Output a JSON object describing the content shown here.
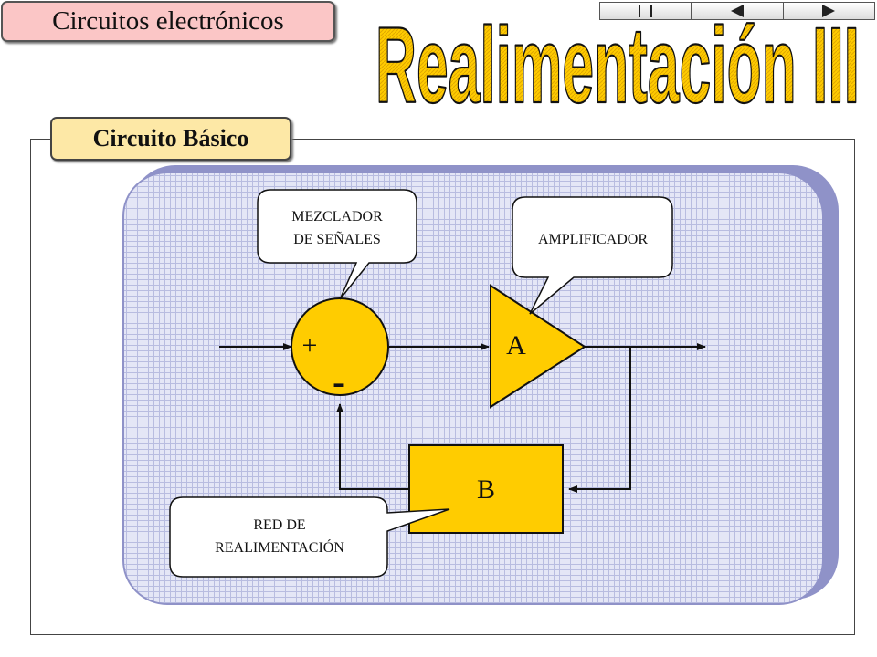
{
  "header": {
    "course_title": "Circuitos electrónicos",
    "slide_title": "Realimentación III"
  },
  "nav": {
    "items": [
      {
        "icon": "first-slide-icon"
      },
      {
        "icon": "previous-slide-icon"
      },
      {
        "icon": "next-slide-icon"
      }
    ]
  },
  "section": {
    "title": "Circuito Básico"
  },
  "diagram": {
    "mixer_callout_line1": "MEZCLADOR",
    "mixer_callout_line2": "DE SEÑALES",
    "amplifier_callout": "AMPLIFICADOR",
    "feedback_callout_line1": "RED DE",
    "feedback_callout_line2": "REALIMENTACIÓN",
    "plus_sign": "+",
    "minus_sign": "-",
    "amplifier_label": "A",
    "feedback_label": "B"
  },
  "colors": {
    "block_fill": "#ffcc00",
    "panel_fill": "#d9dcf0",
    "panel_border": "#8f92c8",
    "title_fill": "#ffcc00"
  }
}
